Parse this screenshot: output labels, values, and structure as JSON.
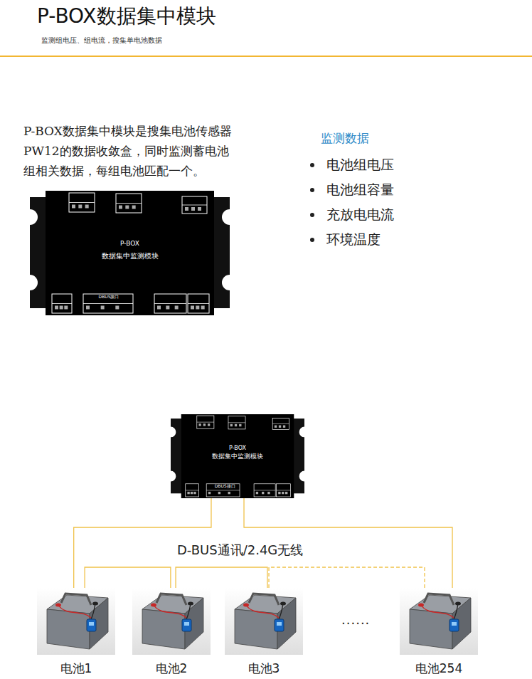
{
  "diagram": {
    "title": "P-BOX数据集中模块",
    "nodes": [
      {
        "text": [
          "P-BOX",
          "数据集中监测模块",
          "DBUS接口"
        ]
      },
      {
        "text": [
          "P-BOX",
          "数据集中监测模块",
          "DBUS接口"
        ]
      },
      {
        "text": [
          "电池1"
        ]
      },
      {
        "text": [
          "电池2"
        ]
      },
      {
        "text": [
          "电池3"
        ]
      },
      {
        "text": [
          "电池254"
        ]
      }
    ],
    "edges": [
      {
        "from": 1,
        "to": 2,
        "arrow": "none"
      },
      {
        "from": 1,
        "to": 5,
        "arrow": "none"
      },
      {
        "from": 2,
        "to": 3,
        "arrow": "none"
      },
      {
        "from": 3,
        "to": 4,
        "arrow": "none"
      },
      {
        "from": 4,
        "to": 5,
        "arrow": "none"
      }
    ],
    "labels": [
      "监测组电压、组电流，搜集单电池数据",
      "P-BOX数据集中模块是搜集电池传感器PW12的数据收敛盒，同时监测蓄电池组相关数据，每组电池匹配一个。",
      "监测数据",
      "电池组电压",
      "电池组容量",
      "充放电电流",
      "环境温度",
      "D-BUS通讯/2.4G无线",
      "......"
    ]
  }
}
